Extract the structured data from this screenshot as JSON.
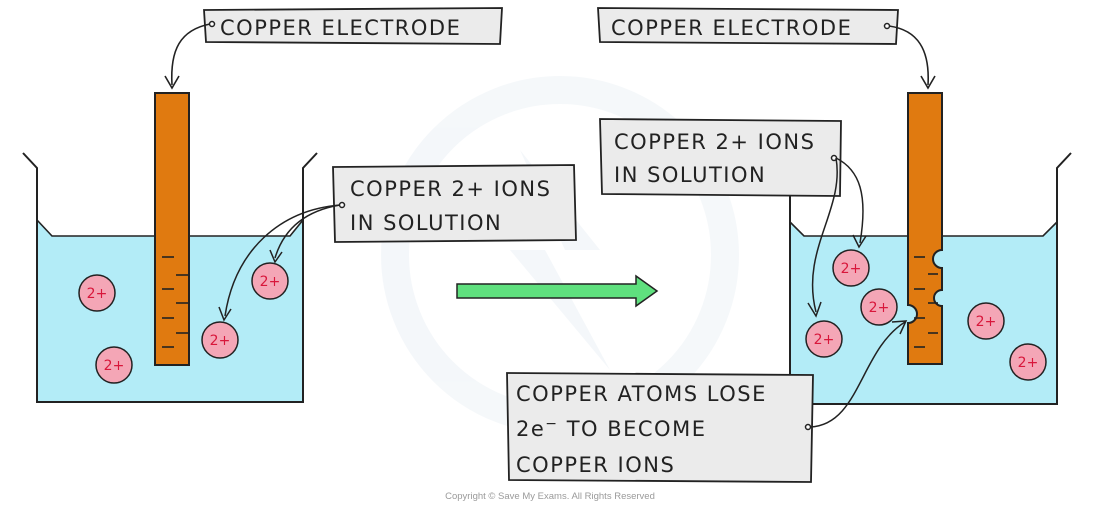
{
  "labels": {
    "left_electrode": "COPPER ELECTRODE",
    "right_electrode": "COPPER ELECTRODE",
    "left_ions_line1": "COPPER 2+ IONS",
    "left_ions_line2": "IN SOLUTION",
    "right_ions_line1": "COPPER 2+ IONS",
    "right_ions_line2": "IN SOLUTION",
    "atoms_line1": "COPPER ATOMS LOSE",
    "atoms_line2_prefix": "2e",
    "atoms_line2_sup": "−",
    "atoms_line2_suffix": " TO BECOME",
    "atoms_line3": "COPPER IONS"
  },
  "ion_charge": "2+",
  "copyright": "Copyright © Save My Exams. All Rights Reserved",
  "colors": {
    "solution": "#b3ecf7",
    "electrode": "#e07a10",
    "ion_fill": "#f4a6b6",
    "ion_text": "#d8173b",
    "arrow": "#5fe07e",
    "label_box": "#ebebeb"
  }
}
